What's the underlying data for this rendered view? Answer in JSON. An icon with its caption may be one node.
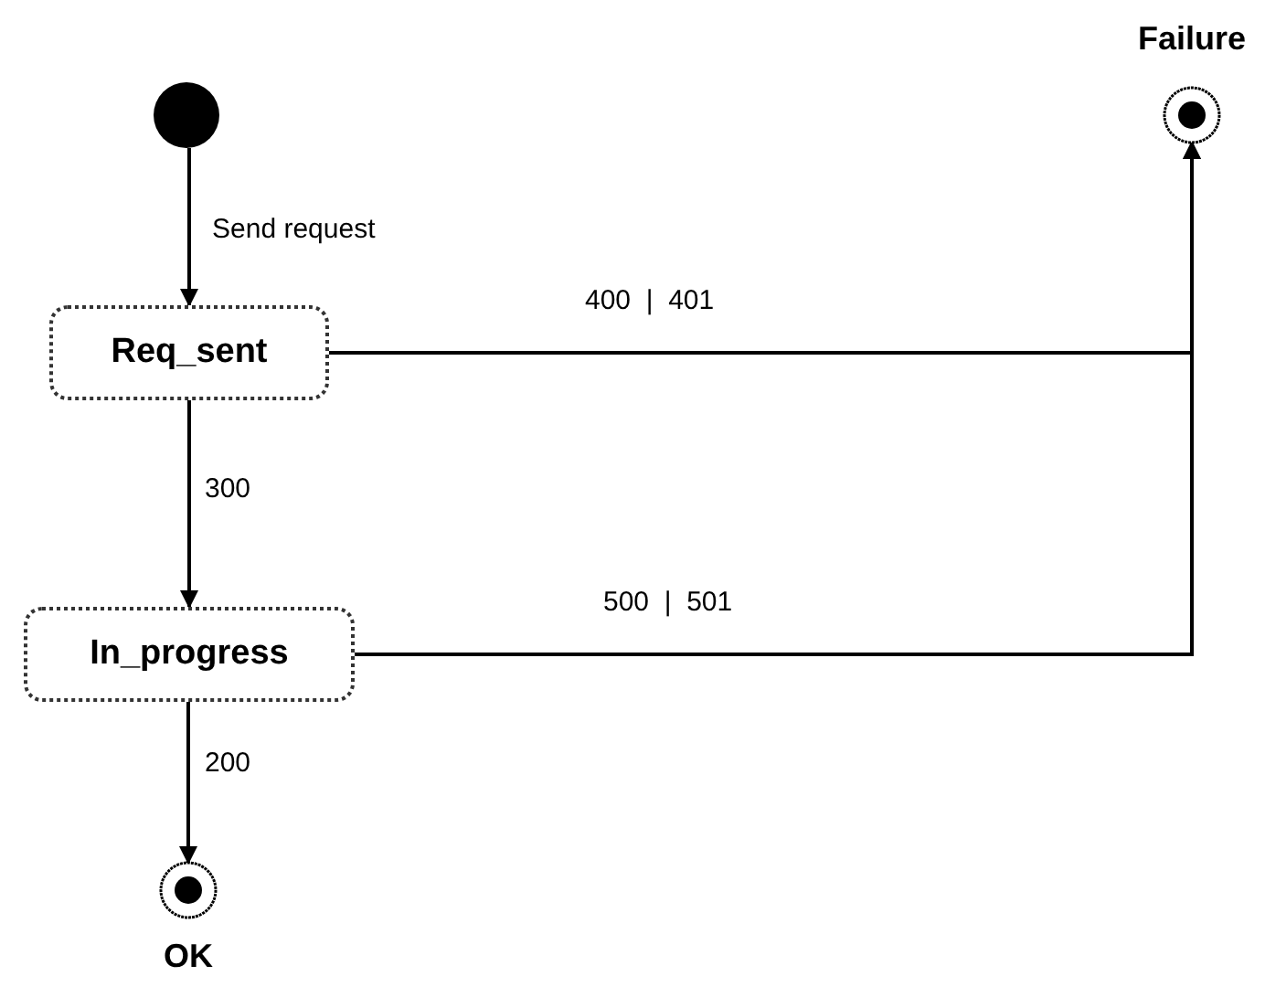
{
  "diagram": {
    "nodes": [
      {
        "text": [],
        "shape": "circle"
      },
      {
        "text": [
          "Req_sent"
        ]
      },
      {
        "text": [
          "In_progress"
        ]
      },
      {
        "text": [
          "OK"
        ]
      },
      {
        "text": [
          "Failure"
        ]
      }
    ],
    "edges": [
      {
        "from": 0,
        "to": 1,
        "arrow": "to",
        "label": "Send request"
      },
      {
        "from": 1,
        "to": 2,
        "arrow": "to",
        "label": "300"
      },
      {
        "from": 2,
        "to": 3,
        "arrow": "to",
        "label": "200"
      },
      {
        "from": 1,
        "to": 4,
        "arrow": "to",
        "label": "400  |  401"
      },
      {
        "from": 2,
        "to": 4,
        "arrow": "to",
        "label": "500  |  501"
      }
    ]
  }
}
